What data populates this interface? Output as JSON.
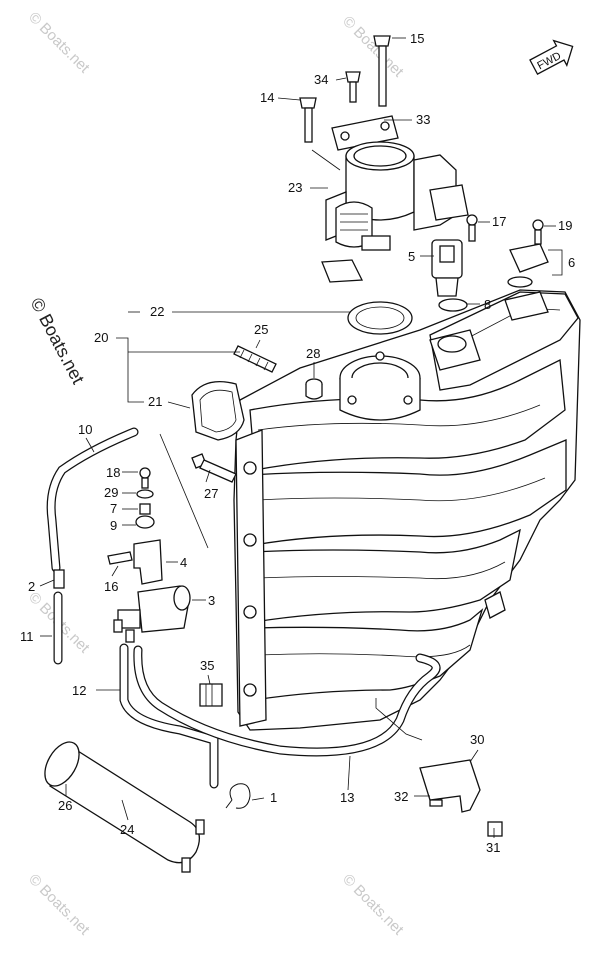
{
  "watermarks": {
    "side": "© Boats.net",
    "tile": "© Boats.net"
  },
  "fwd_label": "FWD",
  "callouts": {
    "c1": "1",
    "c2": "2",
    "c3": "3",
    "c4": "4",
    "c5": "5",
    "c6": "6",
    "c7": "7",
    "c8": "8",
    "c9": "9",
    "c10": "10",
    "c11": "11",
    "c12": "12",
    "c13": "13",
    "c14": "14",
    "c15": "15",
    "c16": "16",
    "c17": "17",
    "c18": "18",
    "c19": "19",
    "c20": "20",
    "c21": "21",
    "c22": "22",
    "c23": "23",
    "c24": "24",
    "c25": "25",
    "c26": "26",
    "c27": "27",
    "c28": "28",
    "c29": "29",
    "c30": "30",
    "c31": "31",
    "c32": "32",
    "c33": "33",
    "c34": "34",
    "c35": "35"
  }
}
